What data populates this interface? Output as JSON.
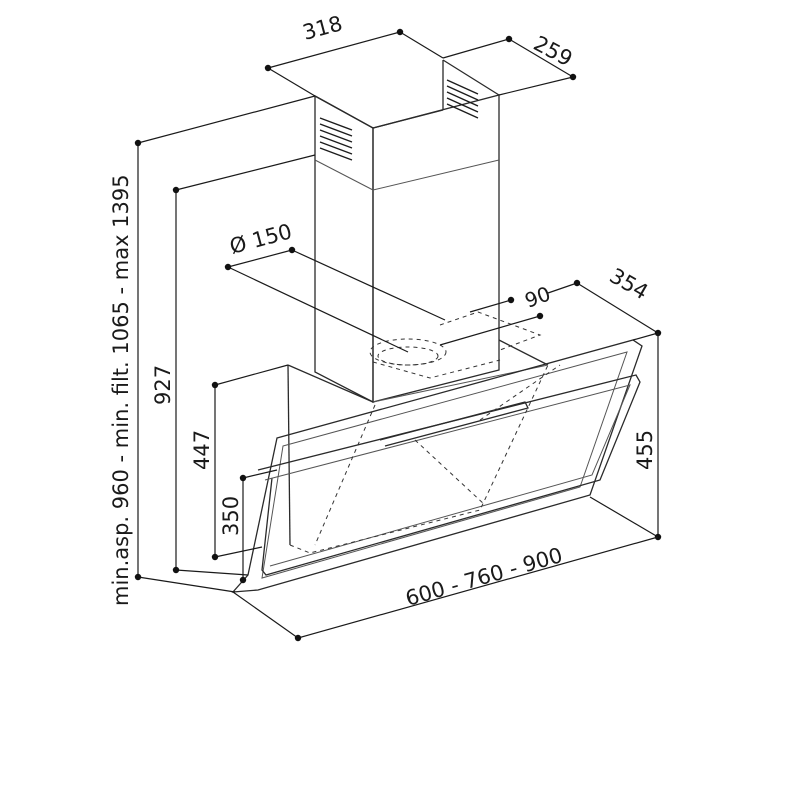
{
  "diagram": {
    "dimensions": {
      "chimney_width": "318",
      "chimney_depth": "259",
      "duct_diameter": "Ø 150",
      "outlet_offset": "90",
      "hood_depth": "354",
      "hood_height": "455",
      "height_927": "927",
      "height_447": "447",
      "height_350": "350",
      "widths": "600 - 760 - 900",
      "total_height": "min.asp. 960 - min. filt. 1065 - max 1395"
    }
  }
}
